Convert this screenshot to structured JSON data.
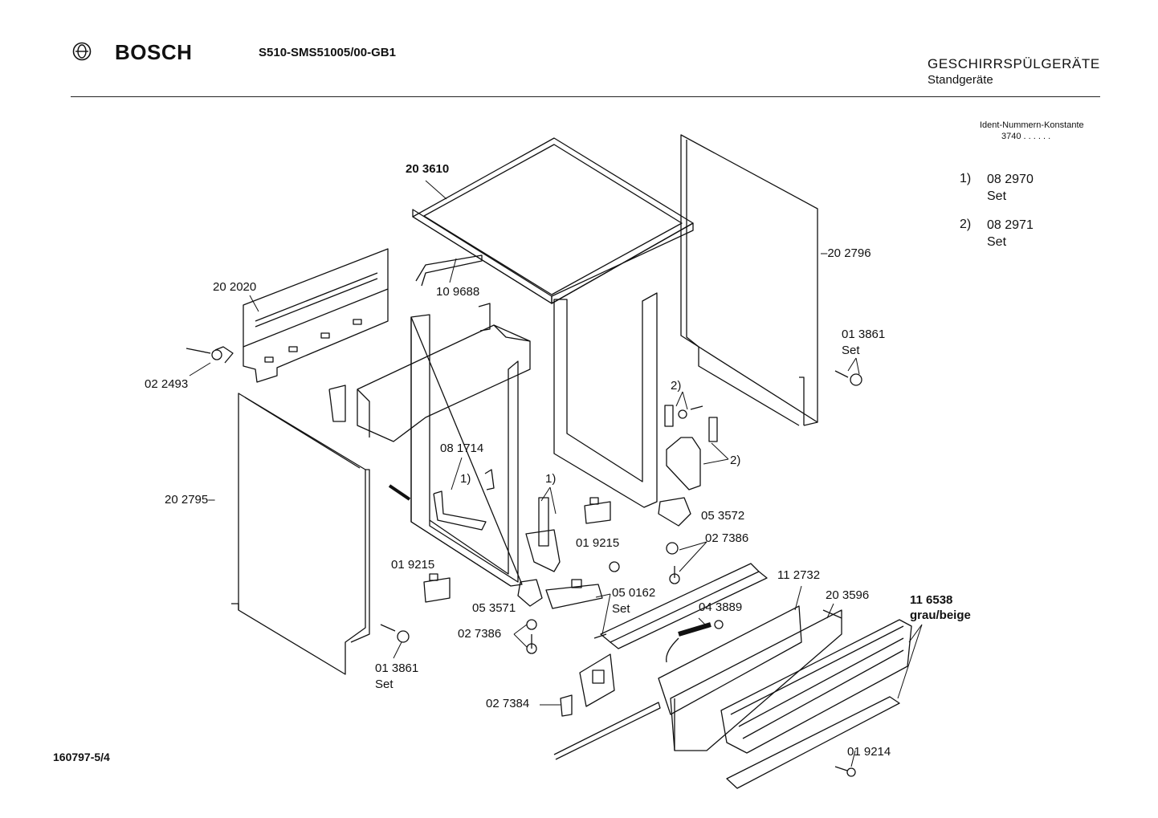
{
  "header": {
    "brand": "BOSCH",
    "model": "S510-SMS51005/00-GB1",
    "category": "GESCHIRRSPÜLGERÄTE",
    "subcategory": "Standgeräte",
    "ident_label": "Ident-Nummern-Konstante",
    "ident_value": "3740  . .  . . . ."
  },
  "notes": [
    {
      "marker": "1)",
      "part": "08 2970",
      "suffix": "Set"
    },
    {
      "marker": "2)",
      "part": "08 2971",
      "suffix": "Set"
    }
  ],
  "labels": {
    "l203610": "20 3610",
    "l109688": "10 9688",
    "l202020": "20 2020",
    "l022493": "02 2493",
    "l202795": "20 2795–",
    "l202796": "–20 2796",
    "l013861r": "01 3861",
    "l013861r_set": "Set",
    "l2a": "2)",
    "l2b": "2)",
    "l081714": "08 1714",
    "l1a": "1)",
    "l1b": "1)",
    "l053572": "05 3572",
    "l027386a": "02 7386",
    "l019215a": "01 9215",
    "l019215b": "01 9215",
    "l053571": "05 3571",
    "l050162": "05 0162",
    "l050162_set": "Set",
    "l043889": "04 3889",
    "l112732": "11 2732",
    "l203596": "20 3596",
    "l116538": "11 6538",
    "l116538_b": "grau/beige",
    "l027386b": "02 7386",
    "l013861l": "01 3861",
    "l013861l_set": "Set",
    "l027384": "02 7384",
    "l019214": "01 9214"
  },
  "footer": {
    "docnum": "160797-5/4"
  }
}
